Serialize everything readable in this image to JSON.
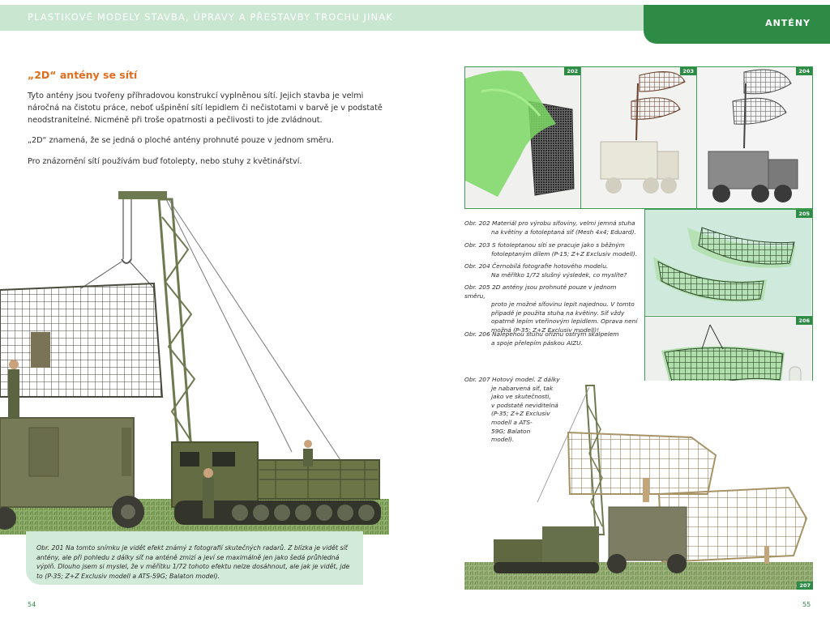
{
  "header": {
    "book_title": "PLASTIKOVÉ MODELY STAVBA, ÚPRAVY A PŘESTAVBY TROCHU JINAK",
    "section": "ANTÉNY"
  },
  "left_page": {
    "heading": "„2D“ antény se sítí",
    "paragraphs": [
      "Tyto antény jsou tvořeny příhradovou konstrukcí vyplněnou sítí. Jejich stavba je velmi náročná na čistotu práce, neboť ušpinění sítí lepidlem či nečistotami v barvě je v podstatě neodstranitelné. Nicméně při troše opatrnosti a pečlivosti to jde zvládnout.",
      "„2D“ znamená, že se jedná o ploché antény prohnuté pouze v jednom směru.",
      "Pro znázornění sítí používám buď fotolepty, nebo stuhy z květinářství."
    ],
    "caption_201": "Obr. 201 Na tomto snímku je vidět efekt známý z fotografií skutečných radarů. Z blízka je vidět síť antény, ale při pohledu z dálky síť na anténě zmizí a jeví se maximálně jen jako šedá průhledná výplň. Dlouho jsem si myslel, že v měřítku 1/72 tohoto efektu nelze dosáhnout, ale jak je vidět, jde to (P-35; Z+Z Exclusiv modell a ATS-59G; Balaton model).",
    "page_number": "54"
  },
  "right_page": {
    "photo_numbers": [
      "202",
      "203",
      "204",
      "205",
      "206",
      "207"
    ],
    "captions": {
      "c202": [
        "Obr. 202 Materiál pro výrobu síťoviny, velmi jemná stuha",
        "na květiny a fotoleptaná síť (Mesh 4x4; Eduard)."
      ],
      "c203": [
        "Obr. 203 S fotoleptanou sítí se pracuje jako s běžným",
        "fotoleptaným dílem (P-15; Z+Z Exclusiv modell)."
      ],
      "c204": [
        "Obr. 204 Černobílá fotografie hotového modelu.",
        "Na měřítko 1/72 slušný výsledek, co myslíte?"
      ],
      "c205": [
        "Obr. 205 2D antény jsou prohnuté pouze v jednom směru,",
        "proto je možné síťovinu lepit najednou. V tomto",
        "případě je použita stuha na květiny. Síť vždy",
        "opatrně lepím vteřinovým lepidlem. Oprava není",
        "možná (P-35; Z+Z Exclusiv modell)!"
      ],
      "c206": [
        "Obr. 206 Nalepenou stuhu oříznu ostrým skalpelem",
        "a spoje přelepím páskou AIZU."
      ],
      "c207": [
        "Obr. 207 Hotový model. Z dálky",
        "je nabarvená síť, tak",
        "jako ve skutečnosti,",
        "v podstatě neviditelná",
        "(P-35; Z+Z Exclusiv",
        "modell a ATS-",
        "59G; Balaton",
        "model)."
      ]
    },
    "page_number": "55"
  },
  "colors": {
    "accent_green": "#2e8b46",
    "light_green": "#c9e6d1",
    "heading_orange": "#e06c1c"
  }
}
